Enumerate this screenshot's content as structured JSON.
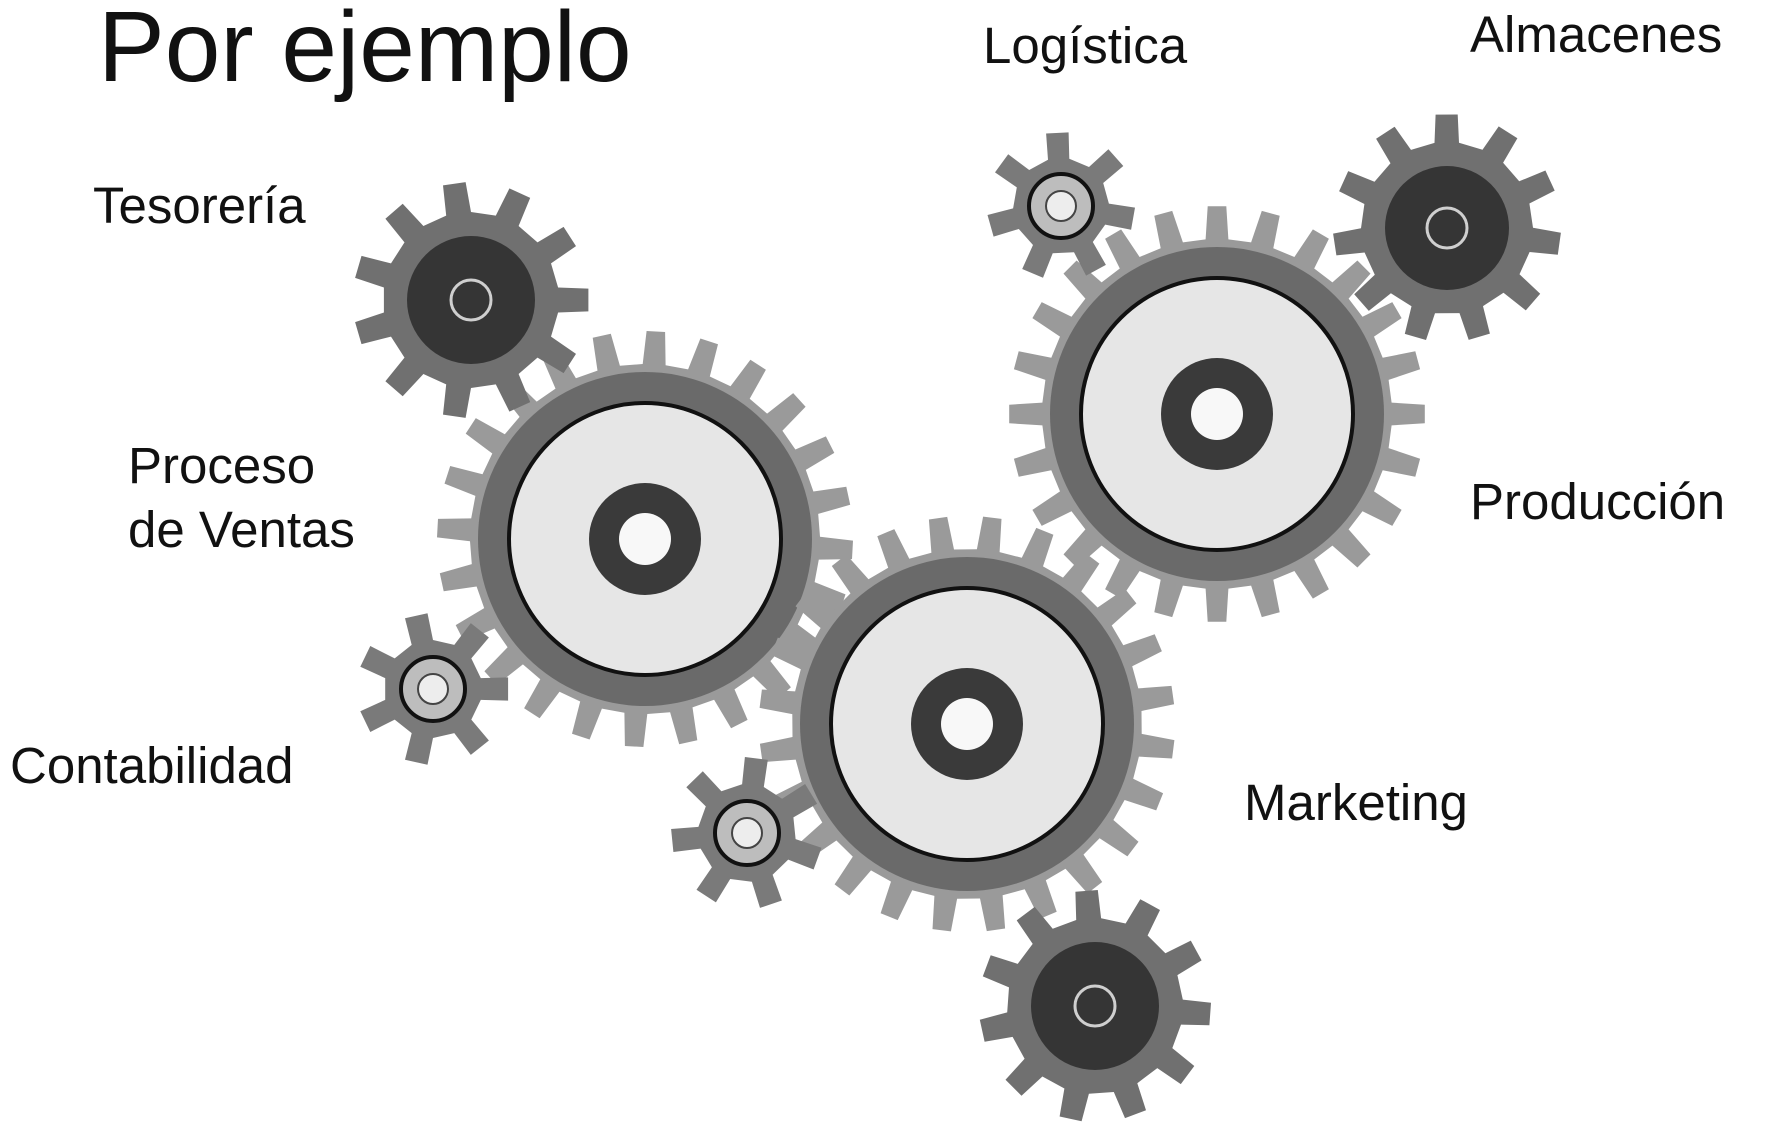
{
  "title": "Por ejemplo",
  "colors": {
    "background": "#ffffff",
    "large_teeth": "#9a9a9a",
    "large_ring": "#6a6a6a",
    "large_face": "#e6e6e6",
    "hub": "#3a3a3a",
    "medium_gear": "#707070",
    "medium_face": "#353535",
    "small_gear": "#7a7a7a",
    "small_face": "#bdbdbd",
    "outline": "#111111"
  },
  "labels": {
    "logistica": "Logística",
    "almacenes": "Almacenes",
    "tesoreria": "Tesorería",
    "ventas_line1": "Proceso",
    "ventas_line2": "de Ventas",
    "produccion": "Producción",
    "contabilidad": "Contabilidad",
    "marketing": "Marketing"
  },
  "gears": [
    {
      "name": "large-gear-proceso-ventas",
      "kind": "large"
    },
    {
      "name": "large-gear-produccion",
      "kind": "large"
    },
    {
      "name": "large-gear-marketing",
      "kind": "large"
    },
    {
      "name": "medium-gear-tesoreria",
      "kind": "medium"
    },
    {
      "name": "medium-gear-almacenes",
      "kind": "medium"
    },
    {
      "name": "medium-gear-bottom",
      "kind": "medium"
    },
    {
      "name": "small-gear-logistica",
      "kind": "small"
    },
    {
      "name": "small-gear-contabilidad",
      "kind": "small"
    },
    {
      "name": "small-gear-marketing-side",
      "kind": "small"
    }
  ]
}
